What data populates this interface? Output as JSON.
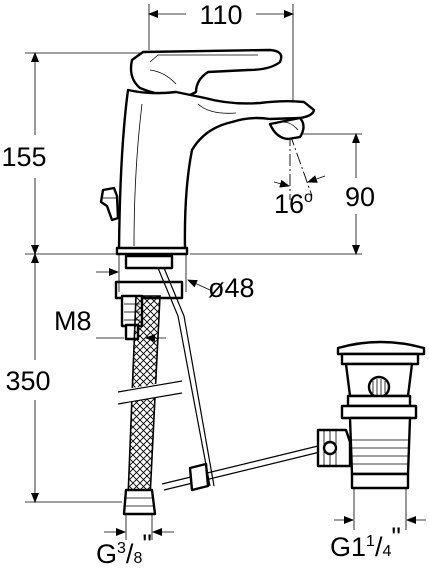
{
  "dimensions": {
    "width_top": "110",
    "height_spout": "155",
    "height_outlet": "90",
    "angle_value": "16",
    "angle_unit": "o",
    "hole_diameter": "ø48",
    "thread_rod": "M8",
    "hose_length": "350",
    "inlet_thread_base": "G",
    "inlet_thread_num": "3",
    "inlet_thread_den": "8",
    "inlet_thread_unit": "\"",
    "waste_thread_base": "G",
    "waste_thread_whole": "1",
    "waste_thread_num": "1",
    "waste_thread_den": "4",
    "waste_thread_unit": "\""
  }
}
